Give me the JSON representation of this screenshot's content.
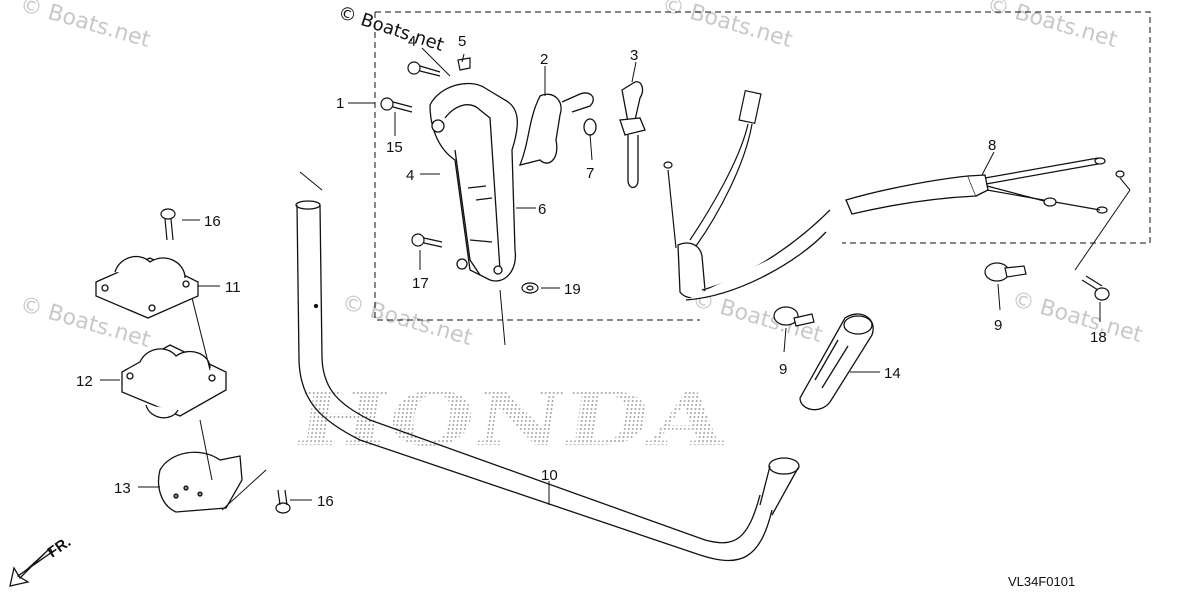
{
  "watermark_text": "© Boats.net",
  "copyright_text": "© Boats.net",
  "brand_text": "HONDA",
  "diagram_code": "VL34F0101",
  "front_label": "FR.",
  "callouts": {
    "c1": "1",
    "c2": "2",
    "c3": "3",
    "c4": "4",
    "c5": "5",
    "c6": "6",
    "c7": "7",
    "c8": "8",
    "c9a": "9",
    "c9b": "9",
    "c10": "10",
    "c11": "11",
    "c12": "12",
    "c13": "13",
    "c14": "14",
    "c15": "15",
    "c16a": "16",
    "c16b": "16",
    "c17": "17",
    "c18": "18",
    "c19": "19",
    "c4b": "4"
  },
  "colors": {
    "line": "#111111",
    "watermark": "#c8c8c8",
    "brand_dots": "#9a9a9a"
  }
}
